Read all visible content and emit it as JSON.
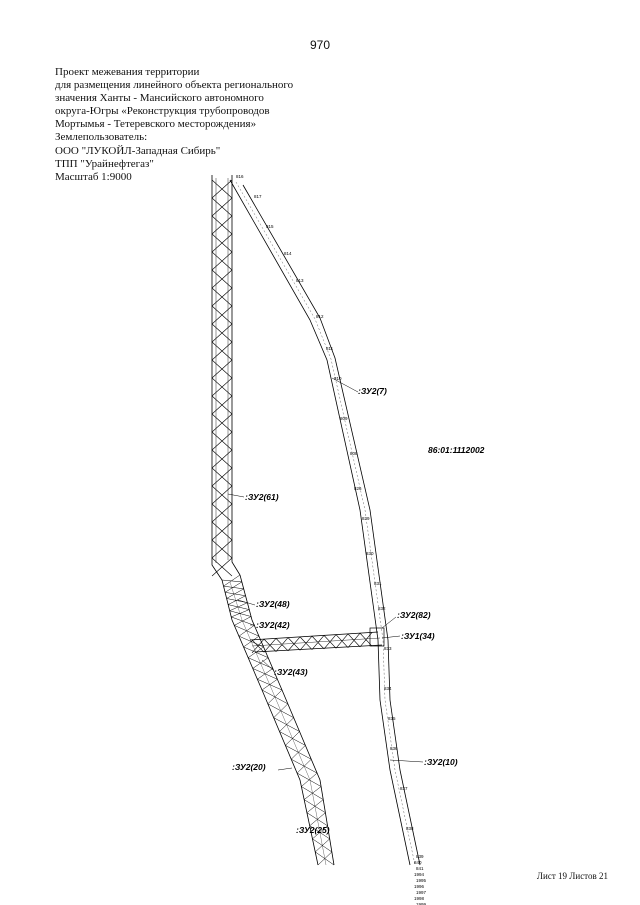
{
  "page_number": "970",
  "header": {
    "lines": [
      "Проект межевания территории",
      "для размещения линейного объекта регионального",
      "значения Ханты - Мансийского автономного",
      "округа-Югры «Реконструкция трубопроводов",
      "Мортымья - Тетеревского месторождения»",
      "Землепользователь:",
      "ООО \"ЛУКОЙЛ-Западная Сибирь\"",
      "ТПП \"Урайнефтегаз\"",
      "Масштаб 1:9000"
    ]
  },
  "map": {
    "quarter_number": "86:01:1112002",
    "parcels": [
      {
        "id": "zu2-7",
        "label": ":ЗУ2(7)"
      },
      {
        "id": "zu2-61",
        "label": ":ЗУ2(61)"
      },
      {
        "id": "zu2-48",
        "label": ":ЗУ2(48)"
      },
      {
        "id": "zu2-42",
        "label": ":ЗУ2(42)"
      },
      {
        "id": "zu2-82",
        "label": ":ЗУ2(82)"
      },
      {
        "id": "zu1-34",
        "label": ":ЗУ1(34)"
      },
      {
        "id": "zu2-43",
        "label": ":ЗУ2(43)"
      },
      {
        "id": "zu2-20",
        "label": ":ЗУ2(20)"
      },
      {
        "id": "zu2-10",
        "label": ":ЗУ2(10)"
      },
      {
        "id": "zu2-25",
        "label": ":ЗУ2(25)"
      }
    ],
    "point_numbers": [
      "816",
      "817",
      "815",
      "814",
      "813",
      "812",
      "811",
      "810",
      "809",
      "808",
      "826",
      "829",
      "830",
      "831",
      "832",
      "833",
      "834",
      "835",
      "836",
      "837",
      "838",
      "839",
      "840",
      "841",
      "1994",
      "1995",
      "1996",
      "1997",
      "1998",
      "1999",
      "1000",
      "1001",
      "1002",
      "1003",
      "1004",
      "1005",
      "1006"
    ]
  },
  "footer": {
    "sheet": "Лист 19 Листов 21"
  }
}
